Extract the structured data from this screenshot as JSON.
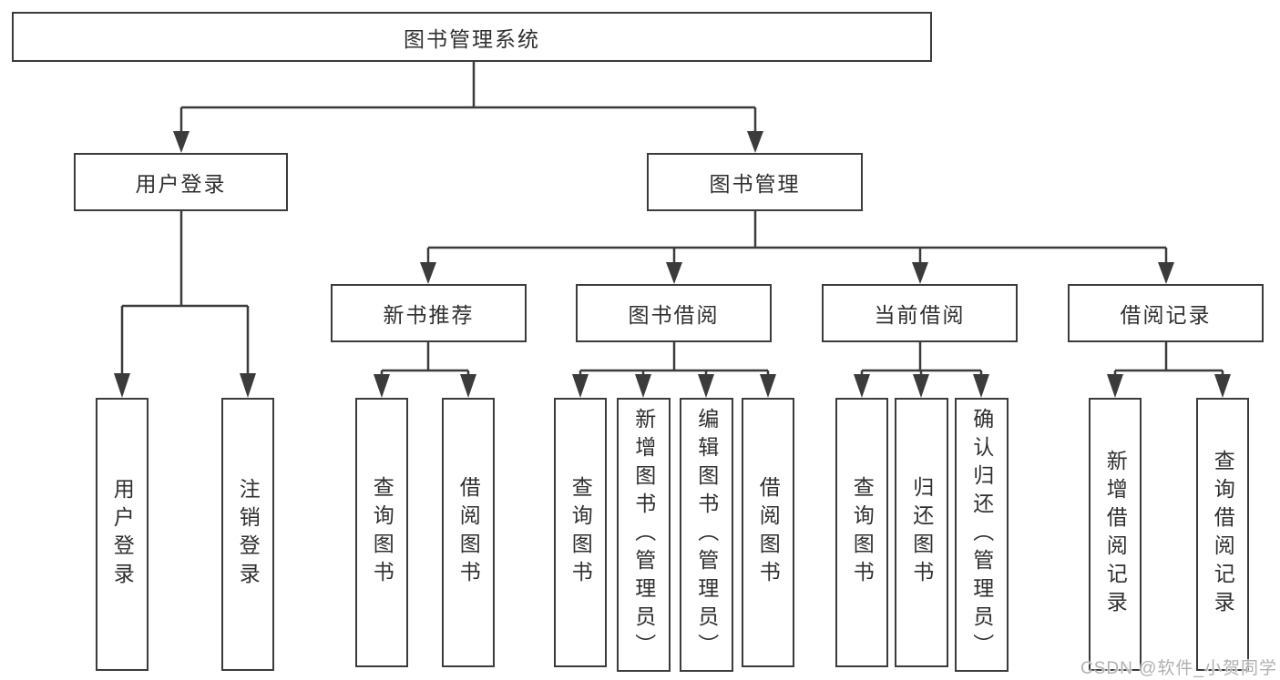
{
  "diagram_title": "图书管理系统",
  "watermark": "CSDN @软件_小贺同学",
  "colors": {
    "background": "#ffffff",
    "box_fill": "#ffffff",
    "box_border": "#3b3b3b",
    "line": "#3b3b3b",
    "text": "#2f2f2f",
    "watermark_text": "#b2b0b0"
  },
  "tree": {
    "label": "图书管理系统",
    "children": [
      {
        "label": "用户登录",
        "children": [
          {
            "label": "用户登录"
          },
          {
            "label": "注销登录"
          }
        ]
      },
      {
        "label": "图书管理",
        "children": [
          {
            "label": "新书推荐",
            "children": [
              {
                "label": "查询图书"
              },
              {
                "label": "借阅图书"
              }
            ]
          },
          {
            "label": "图书借阅",
            "children": [
              {
                "label": "查询图书"
              },
              {
                "label": "新增图书（管理员）"
              },
              {
                "label": "编辑图书（管理员）"
              },
              {
                "label": "借阅图书"
              }
            ]
          },
          {
            "label": "当前借阅",
            "children": [
              {
                "label": "查询图书"
              },
              {
                "label": "归还图书"
              },
              {
                "label": "确认归还（管理员）"
              }
            ]
          },
          {
            "label": "借阅记录",
            "children": [
              {
                "label": "新增借阅记录"
              },
              {
                "label": "查询借阅记录"
              }
            ]
          }
        ]
      }
    ]
  }
}
